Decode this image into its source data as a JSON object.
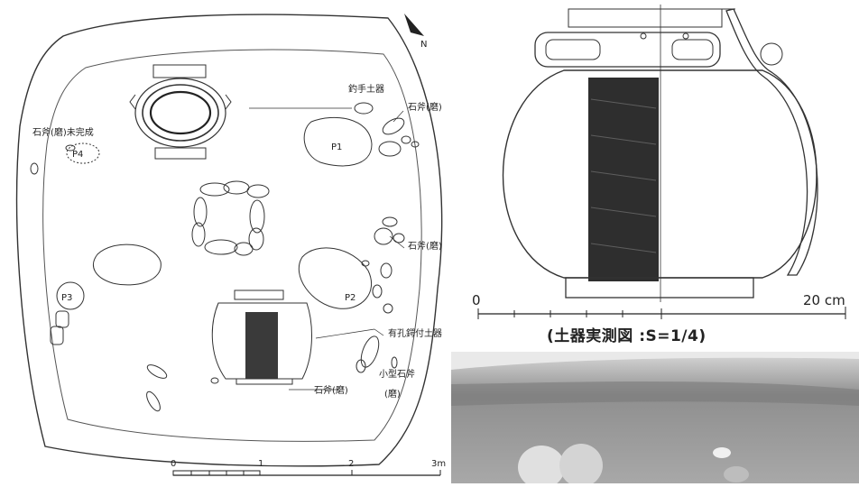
{
  "plan": {
    "north": "N",
    "labels": {
      "tsurite": "釣手土器",
      "ax1": "石斧(磨)",
      "unfinished": "石斧(磨)未完成",
      "ax2": "石斧(磨)",
      "yuko": "有孔鍔付土器",
      "small_ax_1": "小型石斧",
      "small_ax_2": "(磨)",
      "ax3": "石斧(磨)",
      "p1": "P1",
      "p2": "P2",
      "p3": "P3",
      "p4": "P4"
    },
    "scale": {
      "ticks": [
        "0",
        "1",
        "2",
        "3m"
      ]
    }
  },
  "pot": {
    "scale_start": "0",
    "scale_end": "20 cm",
    "caption": "(土器実測図 :S=1/4)"
  }
}
